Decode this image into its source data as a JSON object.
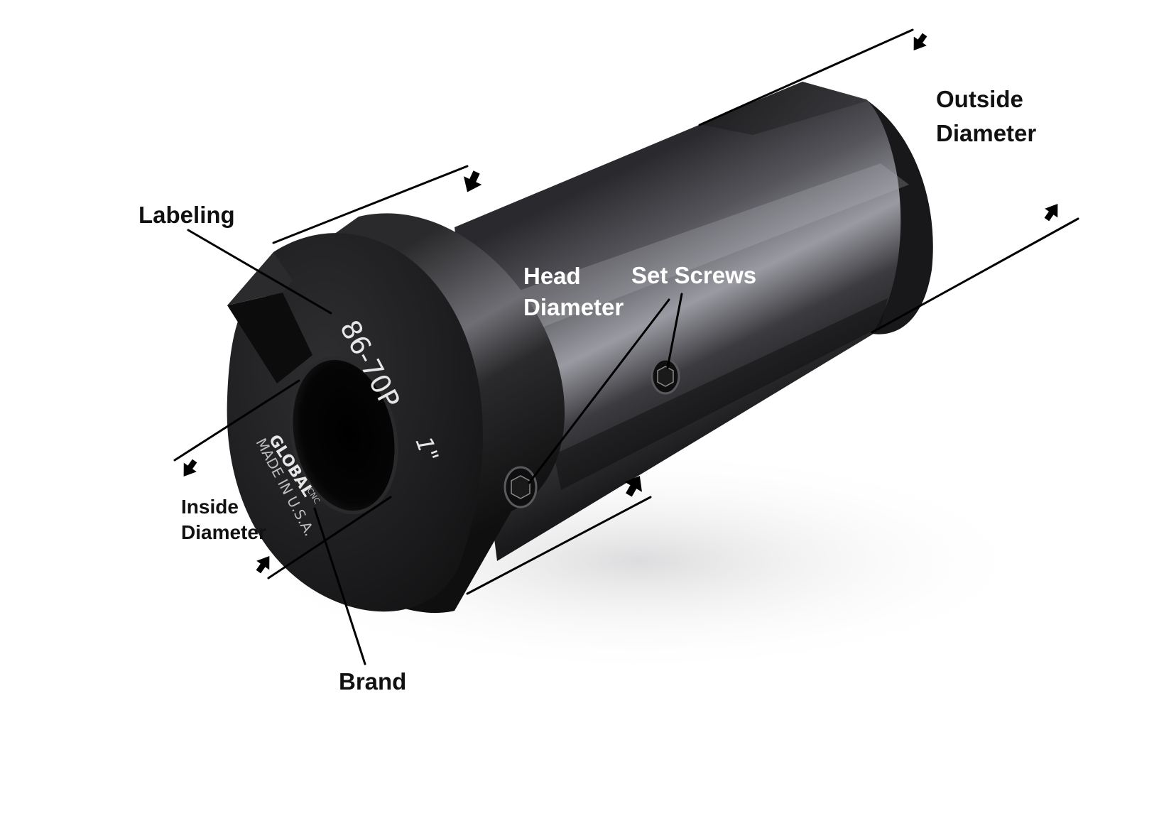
{
  "figure": {
    "subject": "boring bar bushing",
    "callouts": {
      "labeling": "Labeling",
      "outside_line1": "Outside",
      "outside_line2": "Diameter",
      "head_line1": "Head",
      "head_line2": "Diameter",
      "set_screws": "Set Screws",
      "inside_line1": "Inside",
      "inside_line2": "Diameter",
      "brand": "Brand"
    },
    "engraving": {
      "part_number": "86-70P",
      "size": "1\"",
      "brand_name": "GLOBAL",
      "brand_suffix": "CNC",
      "origin": "MADE IN U.S.A."
    }
  },
  "colors": {
    "steel_dark": "#141414",
    "steel_mid": "#3a3a3a",
    "steel_light": "#8a8a90",
    "annotation": "#000000",
    "background": "#ffffff"
  },
  "icons": [
    "arrow-icon",
    "hex-socket-screw-icon"
  ]
}
